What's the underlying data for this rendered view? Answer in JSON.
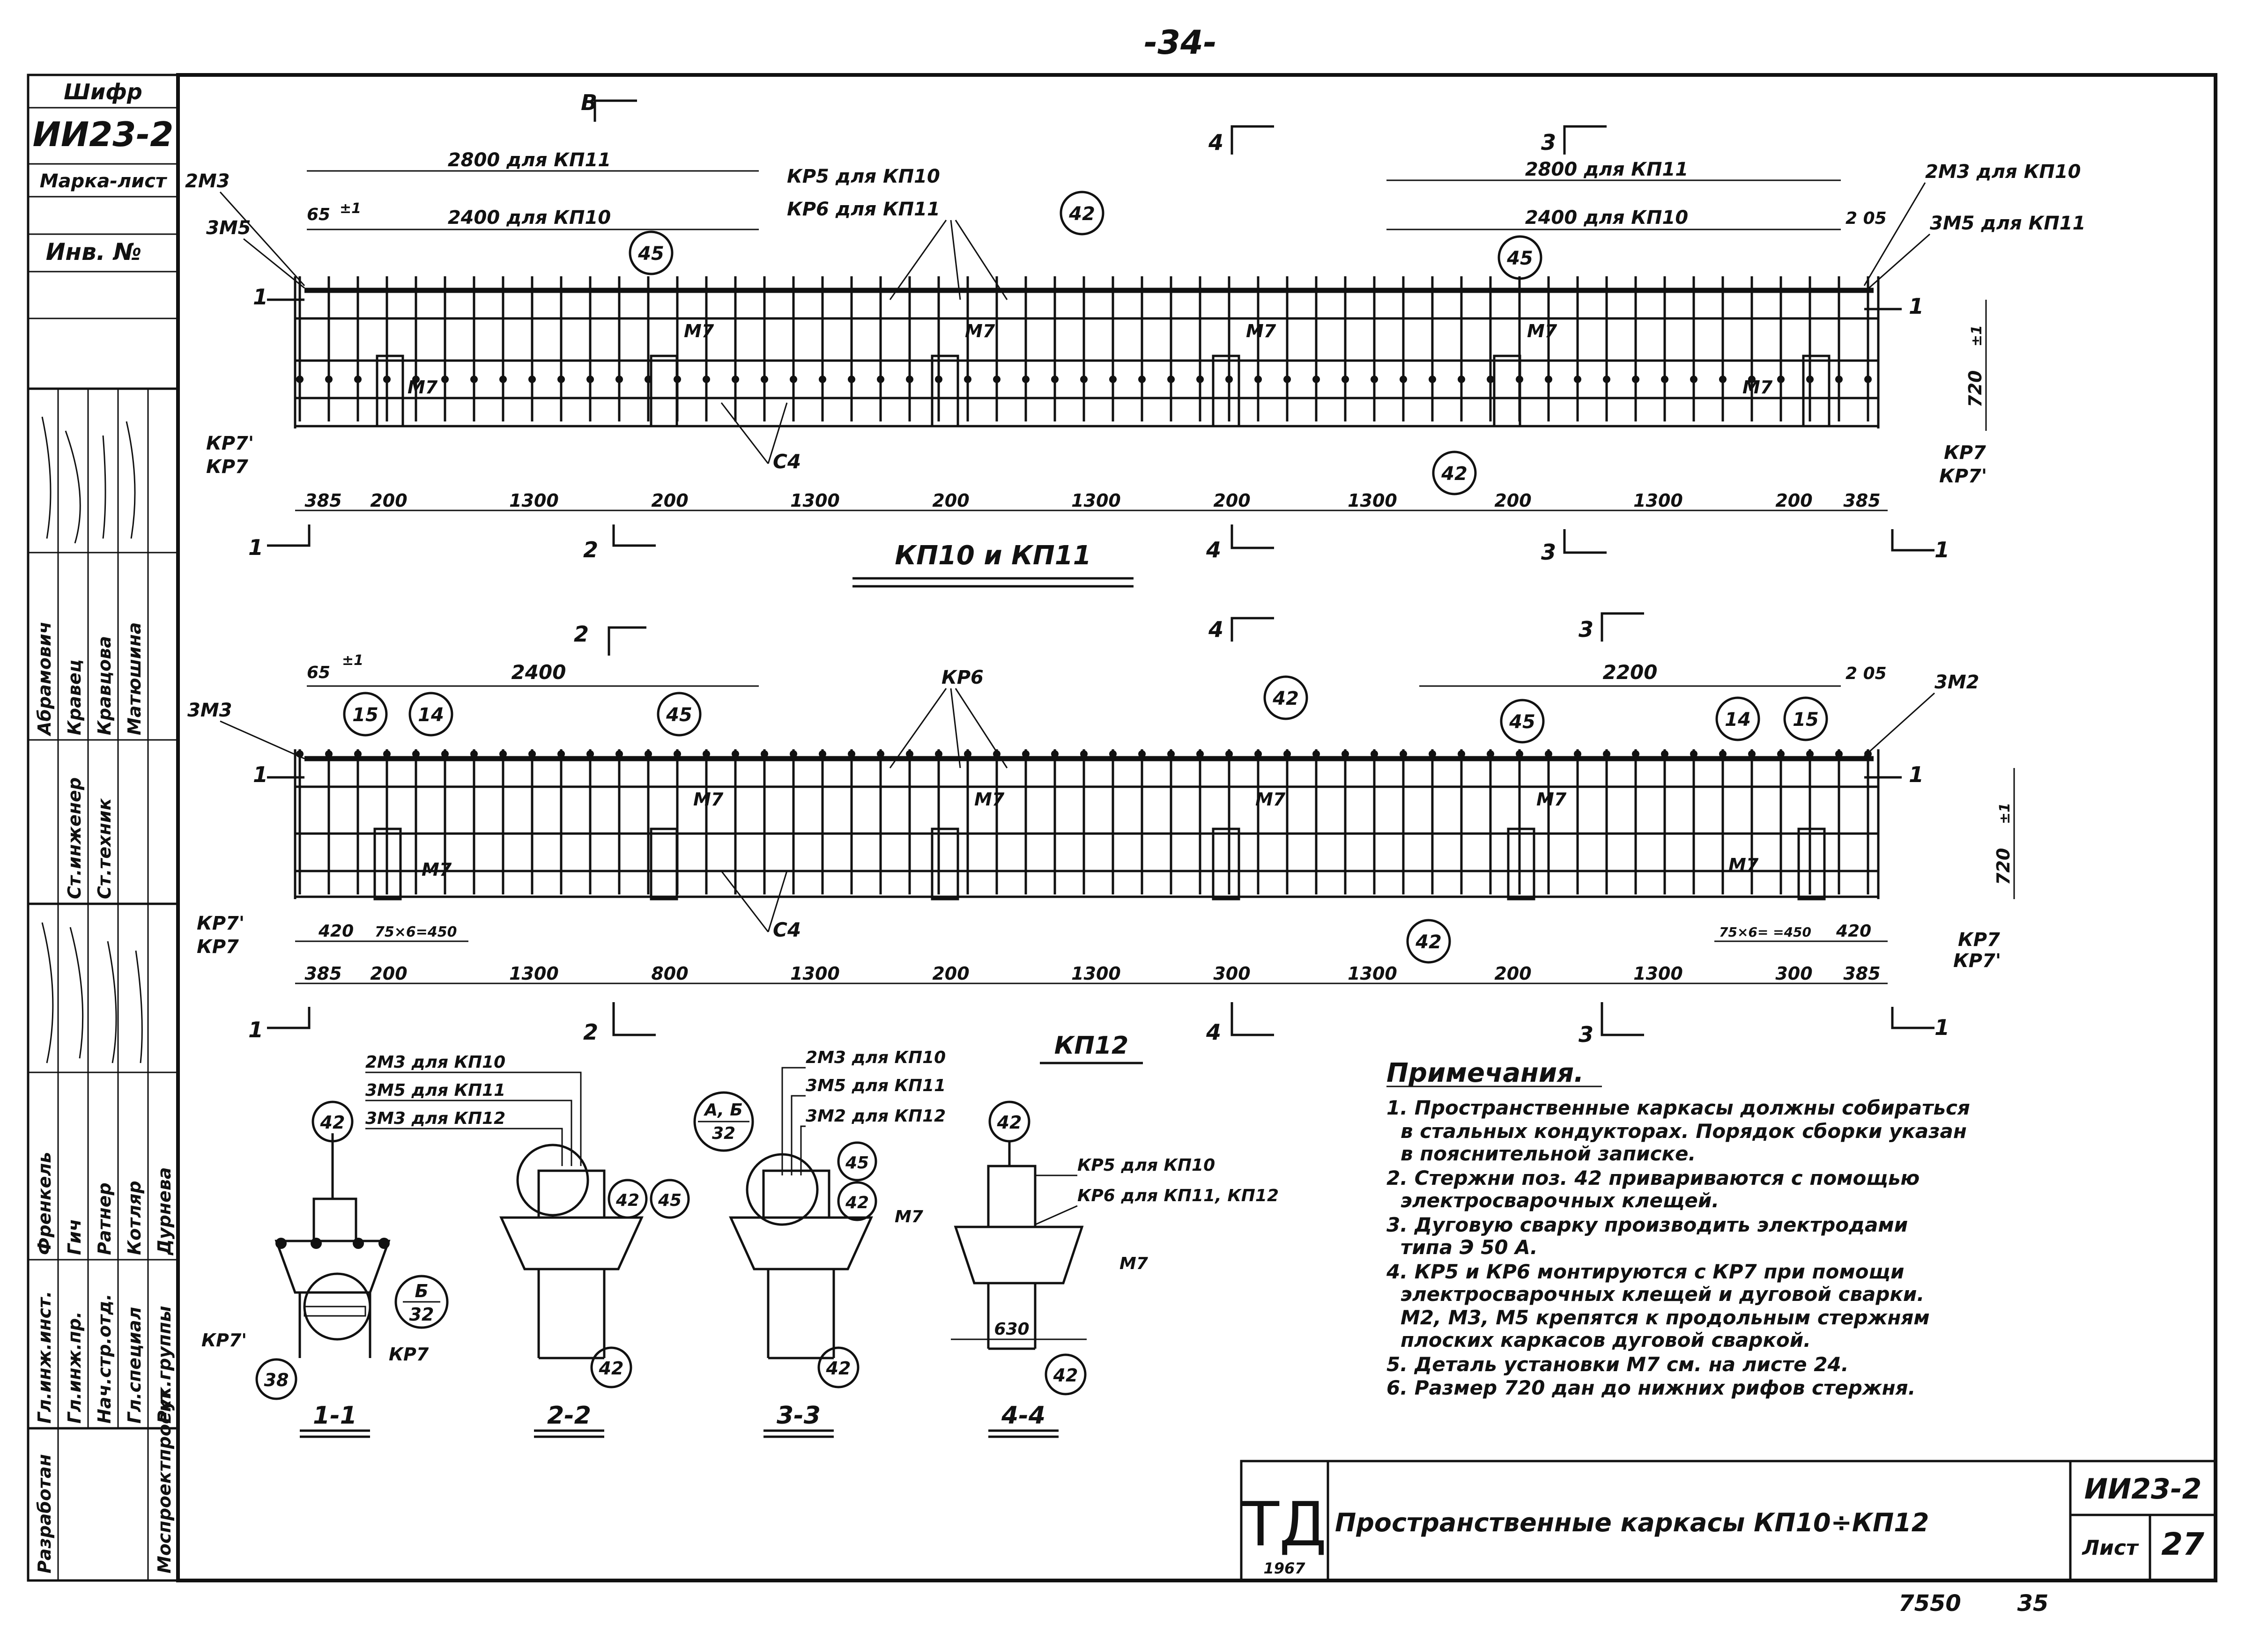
{
  "page_number": "-34-",
  "stamp": {
    "cipher_label": "Шифр",
    "cipher_value": "ИИ23-2",
    "mark_sheet_label": "Марка-лист",
    "inv_label": "Инв. №",
    "roles": [
      "Гл.инж.инст.",
      "Гл.инж.пр.",
      "Нач.стр.отд.",
      "Гл.специал",
      "Рук.группы",
      "Ст.инженер",
      "Ст.техник"
    ],
    "names": [
      "Френкель",
      "Гич",
      "Ратнер",
      "Котляр",
      "Дурнева",
      "Абрамович",
      "Кравец",
      "Кравцова",
      "Матюшина"
    ],
    "org_left": "Разработан",
    "org_right": "Моспроектпроект"
  },
  "views": {
    "top": {
      "section_marks": [
        "В",
        "4",
        "3",
        "1",
        "2",
        "4",
        "3",
        "1"
      ],
      "dims_top": [
        "2800 для КП11",
        "2400 для КП10",
        "65",
        "±1",
        "2800 для КП11",
        "2400 для КП10",
        "2 05"
      ],
      "labels_left": [
        "2М3",
        "3М5",
        "КР7'",
        "КР7"
      ],
      "labels_right": [
        "2М3 для КП10",
        "3М5 для КП11",
        "КР7",
        "КР7'"
      ],
      "labels_mid": [
        "КР5 для КП10",
        "КР6 для КП11"
      ],
      "m7": "М7",
      "c4": "С4",
      "height_dim": "720",
      "height_tol": "±1",
      "bubbles": [
        "42",
        "45",
        "45",
        "42"
      ],
      "bottom_dims": [
        "385",
        "200",
        "1300",
        "200",
        "1300",
        "200",
        "1300",
        "200",
        "1300",
        "200",
        "1300",
        "200",
        "385"
      ],
      "title": "КП10 и КП11"
    },
    "bottom": {
      "section_marks": [
        "2",
        "4",
        "3",
        "1",
        "2",
        "4",
        "3",
        "1"
      ],
      "dims_top": [
        "65",
        "±1",
        "2400",
        "2200",
        "2 05"
      ],
      "labels_left": [
        "3М3",
        "КР7'",
        "КР7"
      ],
      "labels_right": [
        "3М2",
        "КР7",
        "КР7'"
      ],
      "label_mid": "КР6",
      "m7": "М7",
      "c4": "С4",
      "height_dim": "720",
      "height_tol": "±1",
      "bubbles": [
        "15",
        "14",
        "45",
        "42",
        "45",
        "14",
        "15",
        "42"
      ],
      "sub_dims_left": [
        "420",
        "75×6=450"
      ],
      "sub_dims_right": [
        "75×6= =450",
        "420"
      ],
      "bottom_dims": [
        "385",
        "200",
        "1300",
        "800",
        "1300",
        "200",
        "1300",
        "300",
        "1300",
        "200",
        "1300",
        "300",
        "385"
      ],
      "title": "КП12"
    }
  },
  "sections": {
    "s11": {
      "title": "1-1",
      "bubbles": [
        "42",
        "38"
      ],
      "detail_top": "Б",
      "detail_bottom": "32",
      "labels": [
        "КР7'",
        "КР7"
      ]
    },
    "s22": {
      "title": "2-2",
      "bubbles": [
        "42",
        "45",
        "42"
      ],
      "labels": [
        "2М3 для КП10",
        "3М5 для КП11",
        "3М3 для КП12"
      ]
    },
    "s33": {
      "title": "3-3",
      "bubbles": [
        "45",
        "42",
        "42"
      ],
      "detail_top": "А, Б",
      "detail_bottom": "32",
      "labels": [
        "2М3 для КП10",
        "3М5 для КП11",
        "3М2 для КП12"
      ]
    },
    "s44": {
      "title": "4-4",
      "bubbles": [
        "42",
        "42"
      ],
      "labels": [
        "КР5 для КП10",
        "КР6 для КП11, КП12",
        "М7",
        "М7"
      ],
      "width_dim": "630"
    }
  },
  "notes": {
    "title": "Примечания.",
    "lines": [
      "1. Пространственные каркасы должны собираться",
      "в стальных кондукторах. Порядок сборки указан",
      "в пояснительной записке.",
      "2. Стержни поз. 42 привариваются с помощью",
      "электросварочных клещей.",
      "3. Дуговую сварку производить электродами",
      "типа Э 50 А.",
      "4. КР5 и КР6 монтируются с КР7 при помощи",
      "электросварочных клещей и дуговой сварки.",
      "М2, М3, М5 крепятся к продольным стержням",
      "плоских каркасов дуговой сваркой.",
      "5. Деталь установки М7 см. на листе 24.",
      "6. Размер 720 дан до нижних рифов стержня."
    ]
  },
  "title_block": {
    "logo": "ТД",
    "year": "1967",
    "title": "Пространственные каркасы КП10÷КП12",
    "code": "ИИ23-2",
    "sheet_label": "Лист",
    "sheet_number": "27",
    "footer_left": "7550",
    "footer_right": "35"
  }
}
